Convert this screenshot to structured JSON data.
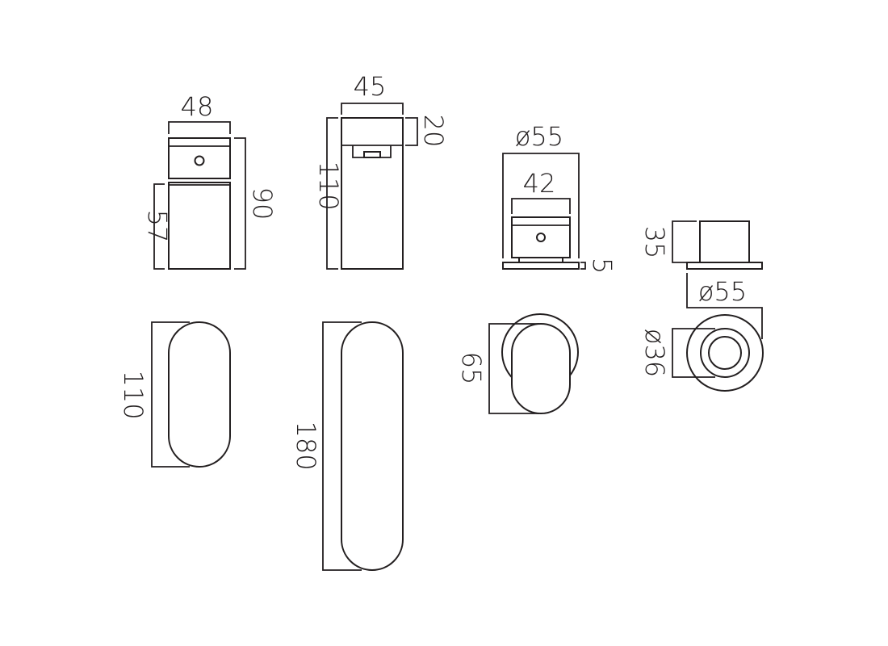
{
  "dimensions": {
    "a_width": "48",
    "a_height_total": "90",
    "a_height_lower": "57",
    "b_width": "45",
    "b_cap_height": "20",
    "b_height_total": "110",
    "c_diameter_outer": "ø55",
    "c_width_body": "42",
    "c_base_height": "5",
    "d_height_body": "35",
    "d_diameter_outer": "ø55",
    "d_diameter_inner": "ø36",
    "e_height": "110",
    "f_height": "180",
    "g_height": "65"
  },
  "colors": {
    "line": "#231f20",
    "background": "#ffffff"
  }
}
